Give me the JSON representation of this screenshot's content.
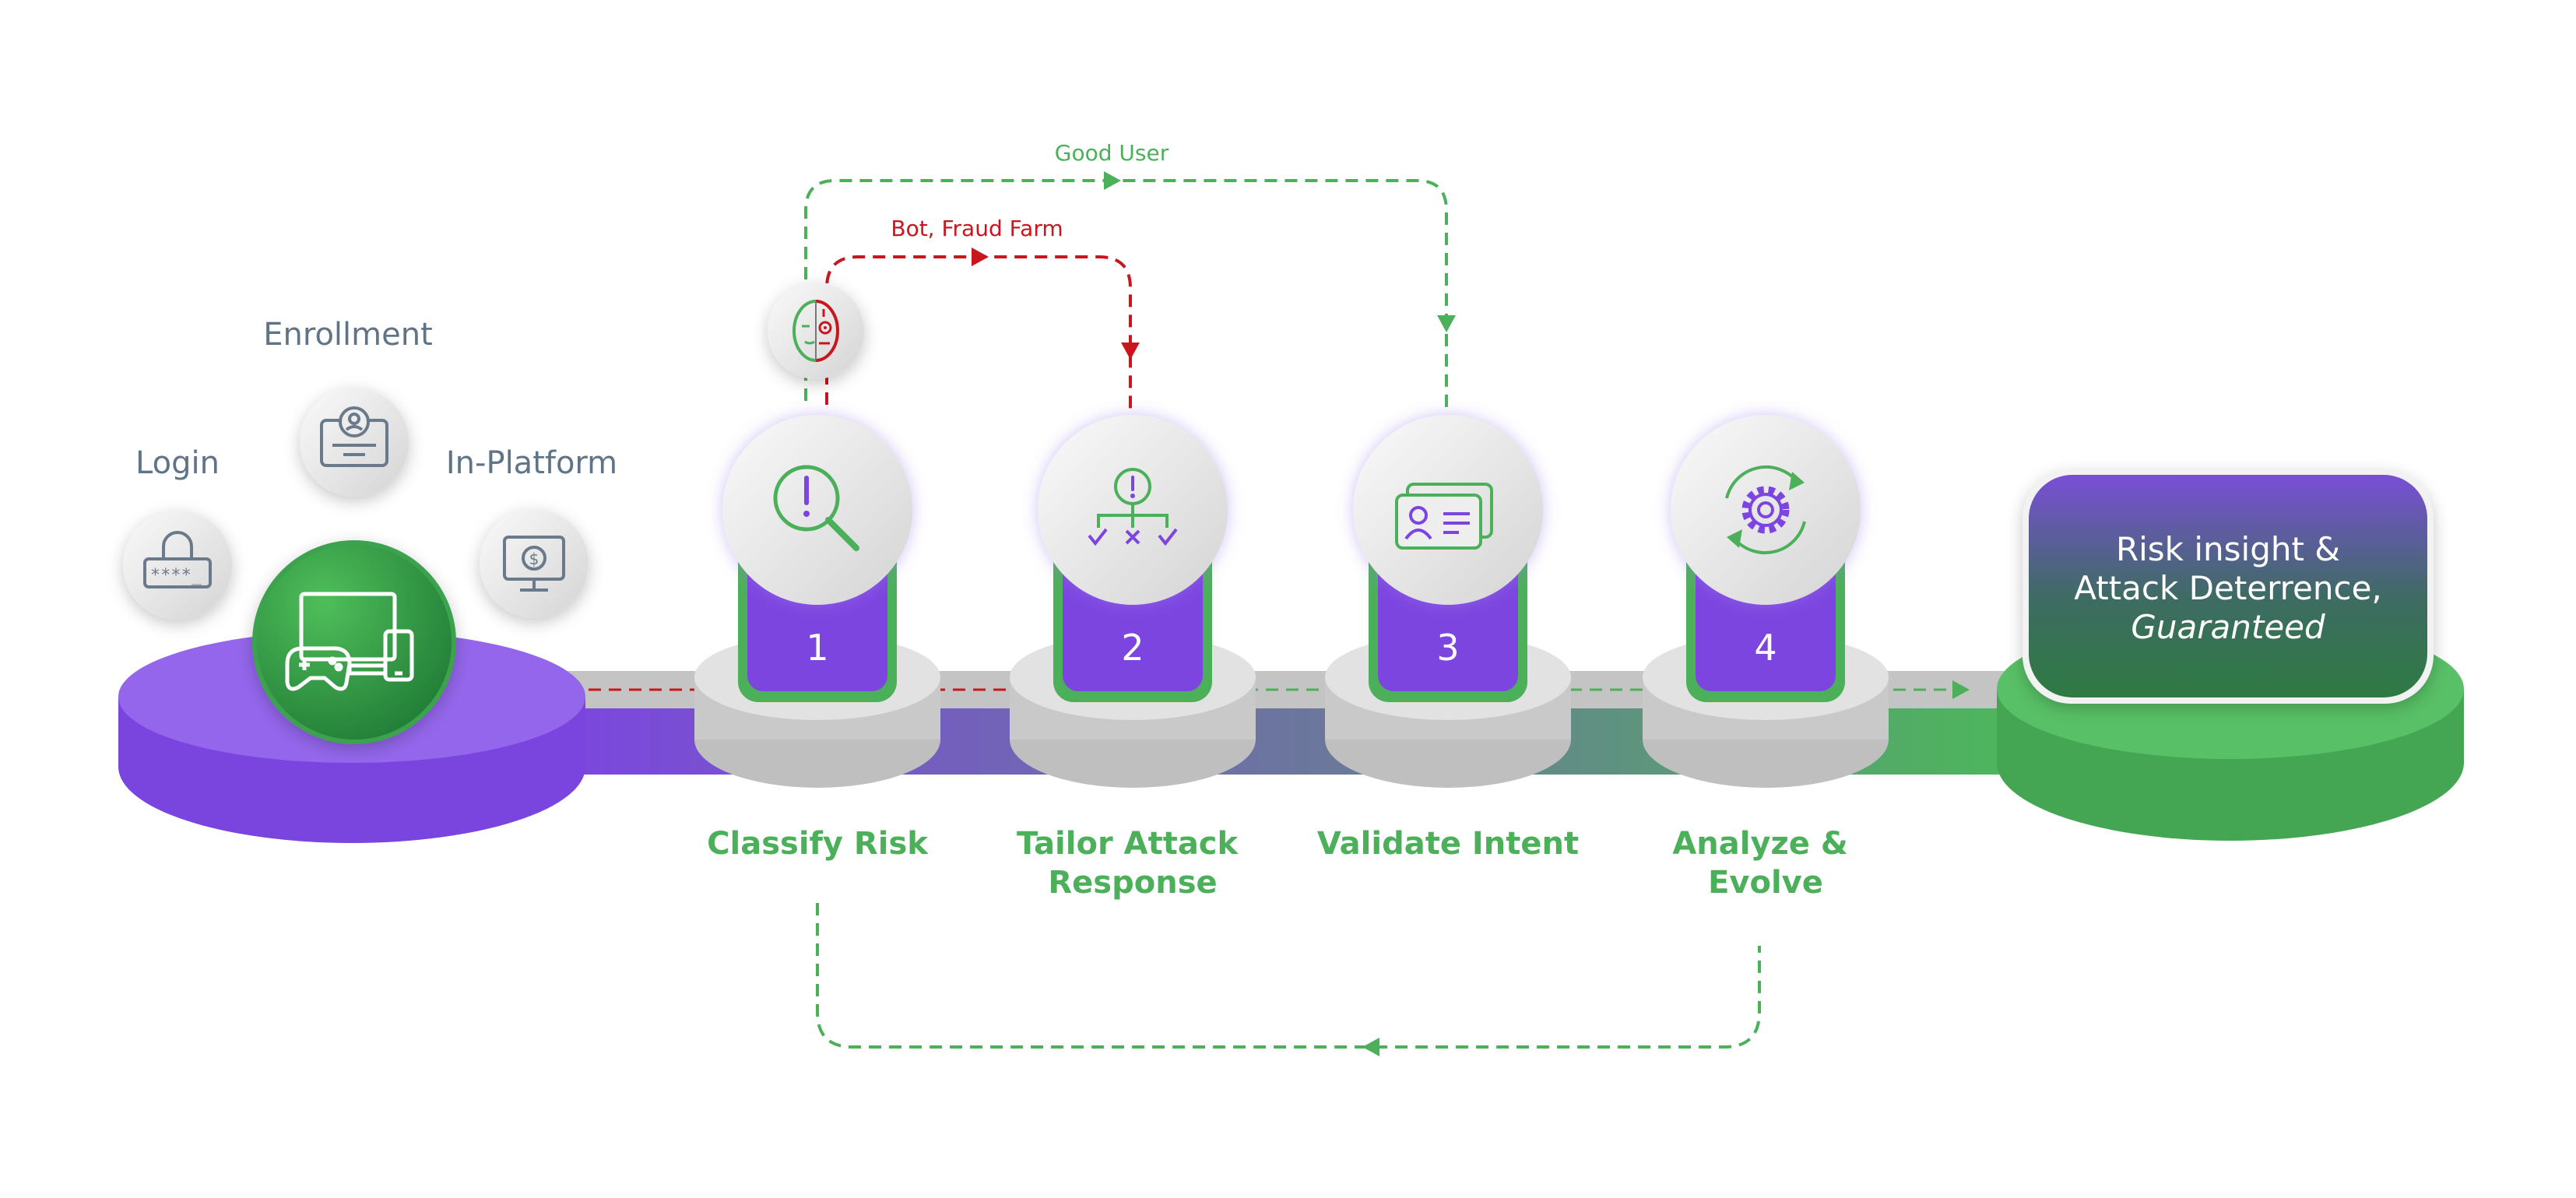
{
  "entry_points": {
    "enrollment": "Enrollment",
    "login": "Login",
    "in_platform": "In-Platform"
  },
  "flows": {
    "good_user": "Good User",
    "bot": "Bot, Fraud Farm"
  },
  "steps": [
    {
      "number": "1",
      "label_lines": [
        "Classify Risk"
      ]
    },
    {
      "number": "2",
      "label_lines": [
        "Tailor Attack",
        "Response"
      ]
    },
    {
      "number": "3",
      "label_lines": [
        "Validate Intent"
      ]
    },
    {
      "number": "4",
      "label_lines": [
        "Analyze &",
        "Evolve"
      ]
    }
  ],
  "outcome": {
    "line1": "Risk insight &",
    "line2": "Attack Deterrence,",
    "line3": "Guaranteed"
  },
  "icons": {
    "login": "lock-password-icon",
    "enrollment": "id-card-icon",
    "in_platform": "monitor-dollar-icon",
    "devices": "devices-icon",
    "split_face": "human-bot-face-icon",
    "step1": "magnifier-alert-icon",
    "step2": "decision-tree-icon",
    "step3": "id-cards-icon",
    "step4": "gear-cycle-icon"
  },
  "colors": {
    "purple": "#7c45e0",
    "green": "#4cb05a",
    "dark_green": "#2f7d45",
    "gray_label": "#5f7487",
    "bot_red": "#c9151e"
  }
}
